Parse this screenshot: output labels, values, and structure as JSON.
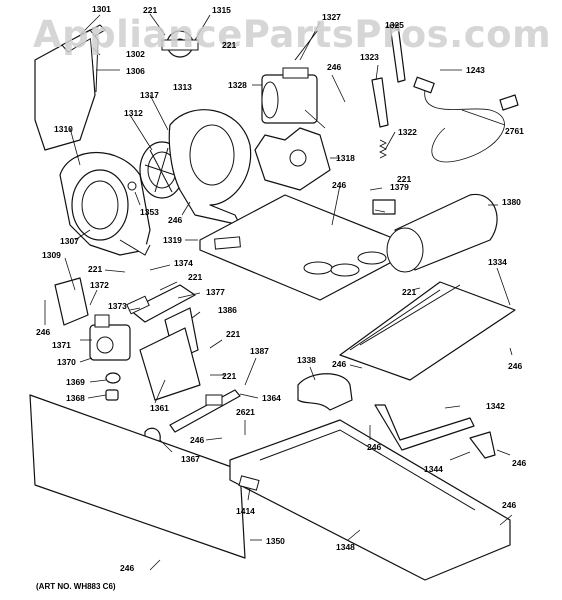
{
  "watermark": "AppliancePartsPros.com",
  "art_number": "(ART NO. WH883 C6)",
  "labels": {
    "p1301": "1301",
    "p1302": "1302",
    "p1306": "1306",
    "p221a": "221",
    "p1315": "1315",
    "p221b": "221",
    "p1313": "1313",
    "p1327": "1327",
    "p1325": "1325",
    "p1243": "1243",
    "p1328": "1328",
    "p246a": "246",
    "p1323": "1323",
    "p1317": "1317",
    "p1312": "1312",
    "p1310": "1310",
    "p1318": "1318",
    "p1322": "1322",
    "p2761": "2761",
    "p1353": "1353",
    "p246b": "246",
    "p1307": "1307",
    "p246c": "246",
    "p221c": "221",
    "p1379": "1379",
    "p1380": "1380",
    "p1319": "1319",
    "p1309": "1309",
    "p221d": "221",
    "p1374": "1374",
    "p221e": "221",
    "p1334": "1334",
    "p1372": "1372",
    "p1377": "1377",
    "p221f": "221",
    "p246d": "246",
    "p1373": "1373",
    "p1386": "1386",
    "p1371": "1371",
    "p221g": "221",
    "p1387": "1387",
    "p1338": "1338",
    "p246e": "246",
    "p246f": "246",
    "p1370": "1370",
    "p221h": "221",
    "p1369": "1369",
    "p1368": "1368",
    "p1361": "1361",
    "p1364": "1364",
    "p1342": "1342",
    "p2621": "2621",
    "p246g": "246",
    "p246h": "246",
    "p1367": "1367",
    "p1344": "1344",
    "p246i": "246",
    "p1414": "1414",
    "p246j": "246",
    "p1350": "1350",
    "p1348": "1348",
    "p246k": "246"
  }
}
